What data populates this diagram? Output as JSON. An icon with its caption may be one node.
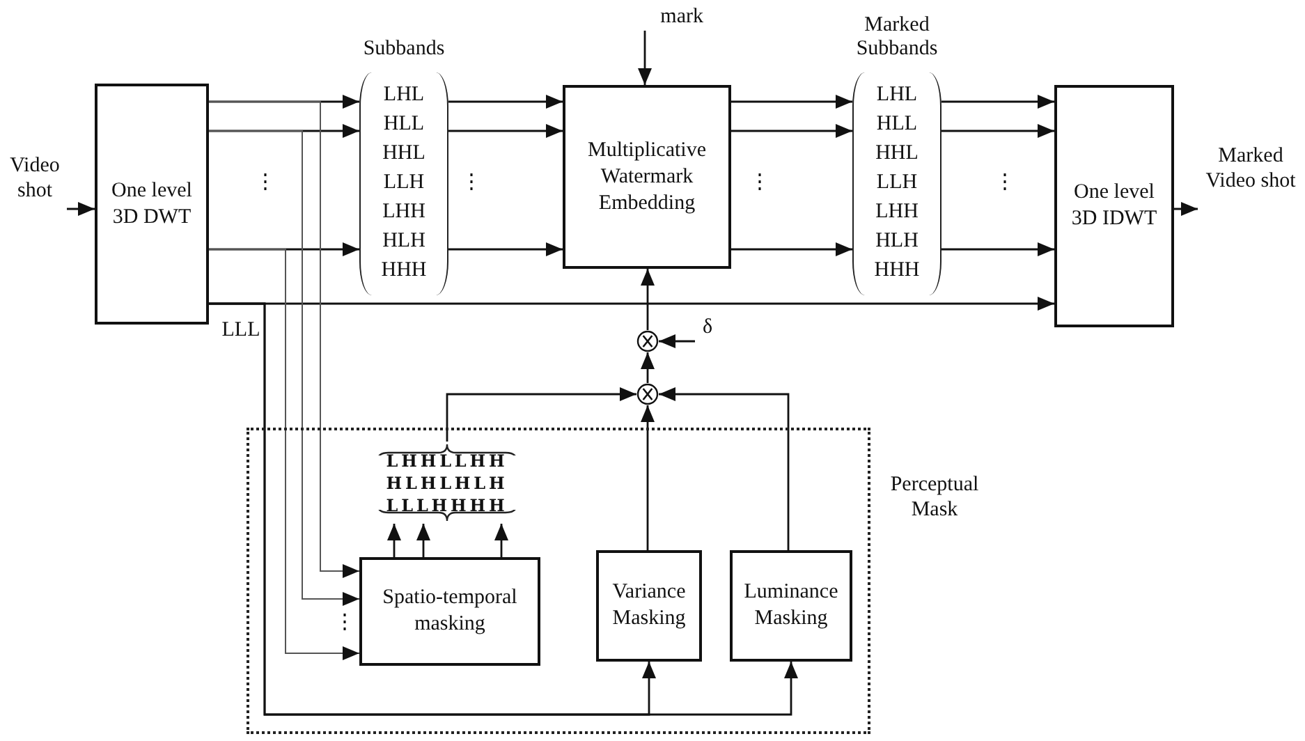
{
  "diagram": {
    "nodes": [
      {
        "text": [
          "Video shot"
        ]
      },
      {
        "text": [
          "One level 3D DWT"
        ]
      },
      {
        "text": [
          "Subbands",
          "LHL",
          "HLL",
          "HHL",
          "LLH",
          "LHH",
          "HLH",
          "HHH"
        ]
      },
      {
        "text": [
          "Multiplicative Watermark Embedding"
        ]
      },
      {
        "text": [
          "Marked Subbands",
          "LHL",
          "HLL",
          "HHL",
          "LLH",
          "LHH",
          "HLH",
          "HHH"
        ]
      },
      {
        "text": [
          "One level 3D IDWT"
        ]
      },
      {
        "text": [
          "Marked Video shot"
        ]
      },
      {
        "text": [
          "mark"
        ]
      },
      {
        "text": [],
        "shape": "circle"
      },
      {
        "text": [],
        "shape": "circle"
      },
      {
        "text": [
          "δ"
        ]
      },
      {
        "text": [
          "Perceptual Mask"
        ]
      },
      {
        "text": [
          "LHHLLHH",
          "HLHLHLH",
          "LLLHHHH"
        ],
        "in": 11
      },
      {
        "text": [
          "Spatio-temporal masking"
        ],
        "in": 11
      },
      {
        "text": [
          "Variance Masking"
        ],
        "in": 11
      },
      {
        "text": [
          "Luminance Masking"
        ],
        "in": 11
      }
    ],
    "edges": [
      {
        "from": 0,
        "to": 1,
        "arrow": "to"
      },
      {
        "from": 1,
        "to": 2,
        "arrow": "to"
      },
      {
        "from": 1,
        "to": 2,
        "arrow": "to"
      },
      {
        "from": 1,
        "to": 2,
        "arrow": "to"
      },
      {
        "from": 2,
        "to": 3,
        "arrow": "to"
      },
      {
        "from": 2,
        "to": 3,
        "arrow": "to"
      },
      {
        "from": 2,
        "to": 3,
        "arrow": "to"
      },
      {
        "from": 3,
        "to": 4,
        "arrow": "to"
      },
      {
        "from": 3,
        "to": 4,
        "arrow": "to"
      },
      {
        "from": 3,
        "to": 4,
        "arrow": "to"
      },
      {
        "from": 4,
        "to": 5,
        "arrow": "to"
      },
      {
        "from": 4,
        "to": 5,
        "arrow": "to"
      },
      {
        "from": 4,
        "to": 5,
        "arrow": "to"
      },
      {
        "from": 5,
        "to": 6,
        "arrow": "to"
      },
      {
        "from": 7,
        "to": 3,
        "arrow": "to"
      },
      {
        "from": 1,
        "to": 5,
        "arrow": "to"
      },
      {
        "from": 1,
        "to": 13,
        "arrow": "to"
      },
      {
        "from": 1,
        "to": 13,
        "arrow": "to"
      },
      {
        "from": 1,
        "to": 13,
        "arrow": "to"
      },
      {
        "from": 1,
        "to": 14,
        "arrow": "to"
      },
      {
        "from": 1,
        "to": 15,
        "arrow": "to"
      },
      {
        "from": 13,
        "to": 12,
        "arrow": "to"
      },
      {
        "from": 13,
        "to": 12,
        "arrow": "to"
      },
      {
        "from": 13,
        "to": 12,
        "arrow": "to"
      },
      {
        "from": 12,
        "to": 9,
        "arrow": "to"
      },
      {
        "from": 14,
        "to": 9,
        "arrow": "to"
      },
      {
        "from": 15,
        "to": 9,
        "arrow": "to"
      },
      {
        "from": 9,
        "to": 8,
        "arrow": "to"
      },
      {
        "from": 10,
        "to": 8,
        "arrow": "to"
      },
      {
        "from": 8,
        "to": 3,
        "arrow": "to"
      }
    ],
    "labels": [
      "LLL",
      "⋮",
      "⋮",
      "⋮",
      "⋮",
      "⋮"
    ]
  }
}
